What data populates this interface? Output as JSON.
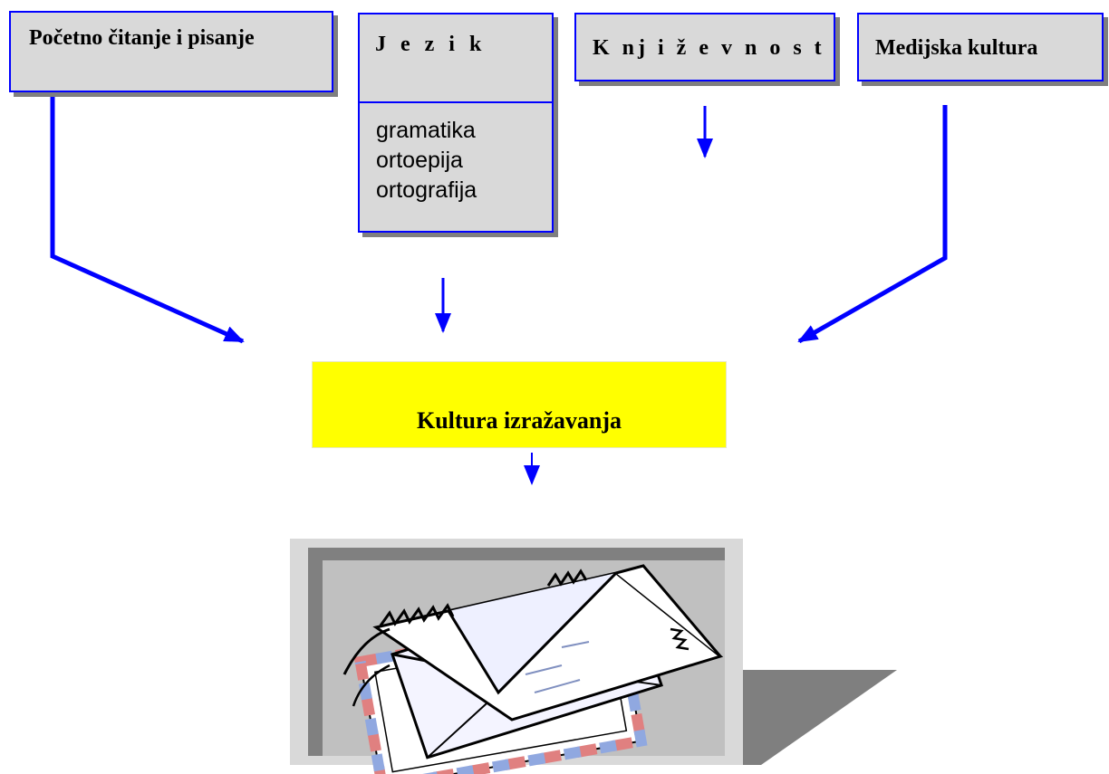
{
  "boxes": {
    "pocetno": "Početno čitanje i pisanje",
    "jezik": "J e z i k",
    "jezik_items": [
      "gramatika",
      "ortoepija",
      "ortografija"
    ],
    "knjizevnost": "K nj i ž e v n o s t",
    "medijska": "Medijska kultura",
    "kultura": "Kultura izražavanja"
  },
  "colors": {
    "box_fill": "#d9d9d9",
    "box_border": "#0000ff",
    "arrow": "#0000ff",
    "highlight_fill": "#ffff00",
    "shadow": "#7f7f7f"
  },
  "picture": "envelopes-clipart"
}
